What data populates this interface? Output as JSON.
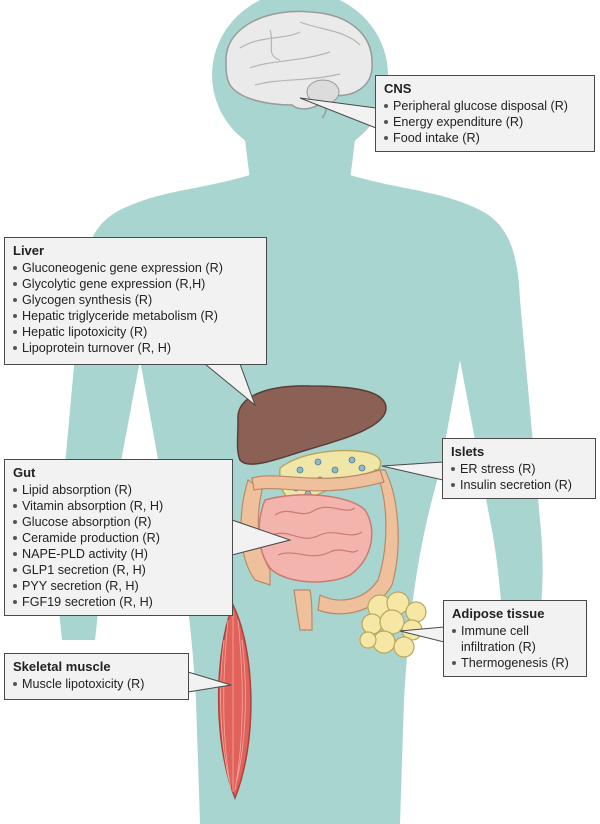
{
  "callouts": {
    "cns": {
      "title": "CNS",
      "items": [
        "Peripheral glucose disposal (R)",
        "Energy expenditure (R)",
        "Food intake (R)"
      ]
    },
    "liver": {
      "title": "Liver",
      "items": [
        "Gluconeogenic gene expression (R)",
        "Glycolytic gene expression (R,H)",
        "Glycogen synthesis (R)",
        "Hepatic triglyceride metabolism (R)",
        "Hepatic lipotoxicity (R)",
        "Lipoprotein turnover (R, H)"
      ]
    },
    "gut": {
      "title": "Gut",
      "items": [
        "Lipid absorption (R)",
        "Vitamin absorption (R, H)",
        "Glucose absorption (R)",
        "Ceramide production (R)",
        "NAPE-PLD activity (H)",
        "GLP1 secretion (R, H)",
        "PYY secretion (R, H)",
        "FGF19 secretion (R, H)"
      ]
    },
    "islets": {
      "title": "Islets",
      "items": [
        "ER stress (R)",
        "Insulin secretion (R)"
      ]
    },
    "adipose": {
      "title": "Adipose tissue",
      "items": [
        "Immune cell infiltration (R)",
        "Thermogenesis (R)"
      ]
    },
    "muscle": {
      "title": "Skeletal muscle",
      "items": [
        "Muscle lipotoxicity (R)"
      ]
    }
  },
  "colors": {
    "body": "#a8d5cf",
    "callout_bg": "#f2f2f2",
    "callout_border": "#4a4a4a",
    "liver": "#8c6155",
    "pancreas": "#f0e6a8",
    "intestine": "#f4b4ae",
    "colon": "#eec09c",
    "muscle": "#e0625a",
    "adipose": "#f6e7a4",
    "brain": "#eaeaea"
  }
}
